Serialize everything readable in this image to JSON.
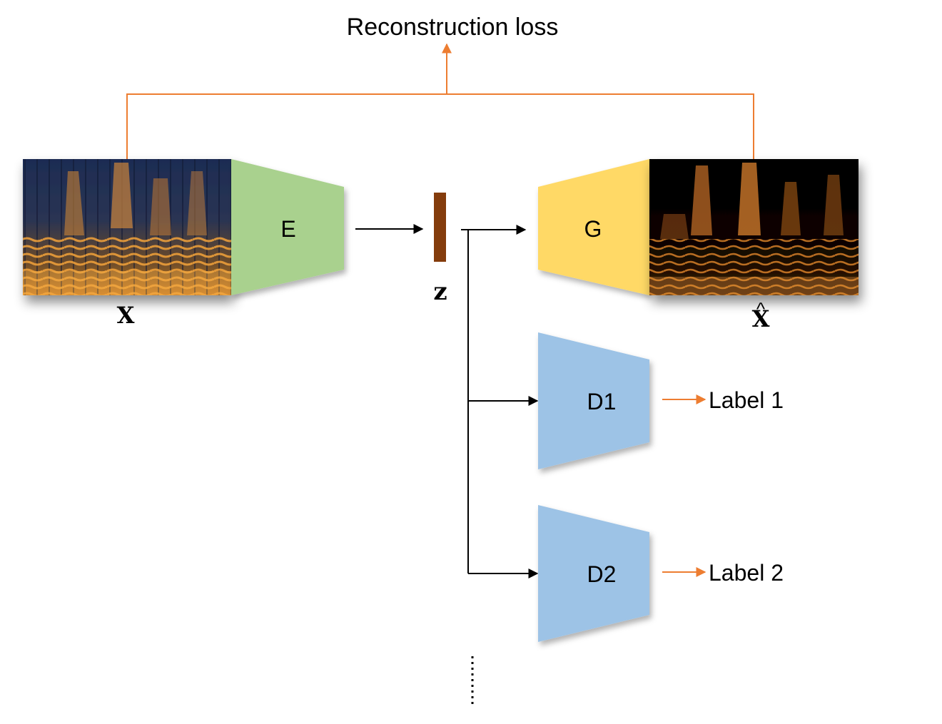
{
  "title": "Reconstruction loss",
  "encoder": {
    "label": "E",
    "color": "#a9d18e"
  },
  "generator": {
    "label": "G",
    "color": "#ffd966"
  },
  "latent": {
    "label": "z",
    "color": "#843c0c"
  },
  "input": {
    "label": "X"
  },
  "output": {
    "label": "X",
    "hat": "^"
  },
  "discriminators": [
    {
      "label": "D1",
      "output": "Label 1"
    },
    {
      "label": "D2",
      "output": "Label 2"
    }
  ],
  "discriminator_color": "#9dc3e6",
  "accent_color": "#ed7d31",
  "line_color": "#000000"
}
